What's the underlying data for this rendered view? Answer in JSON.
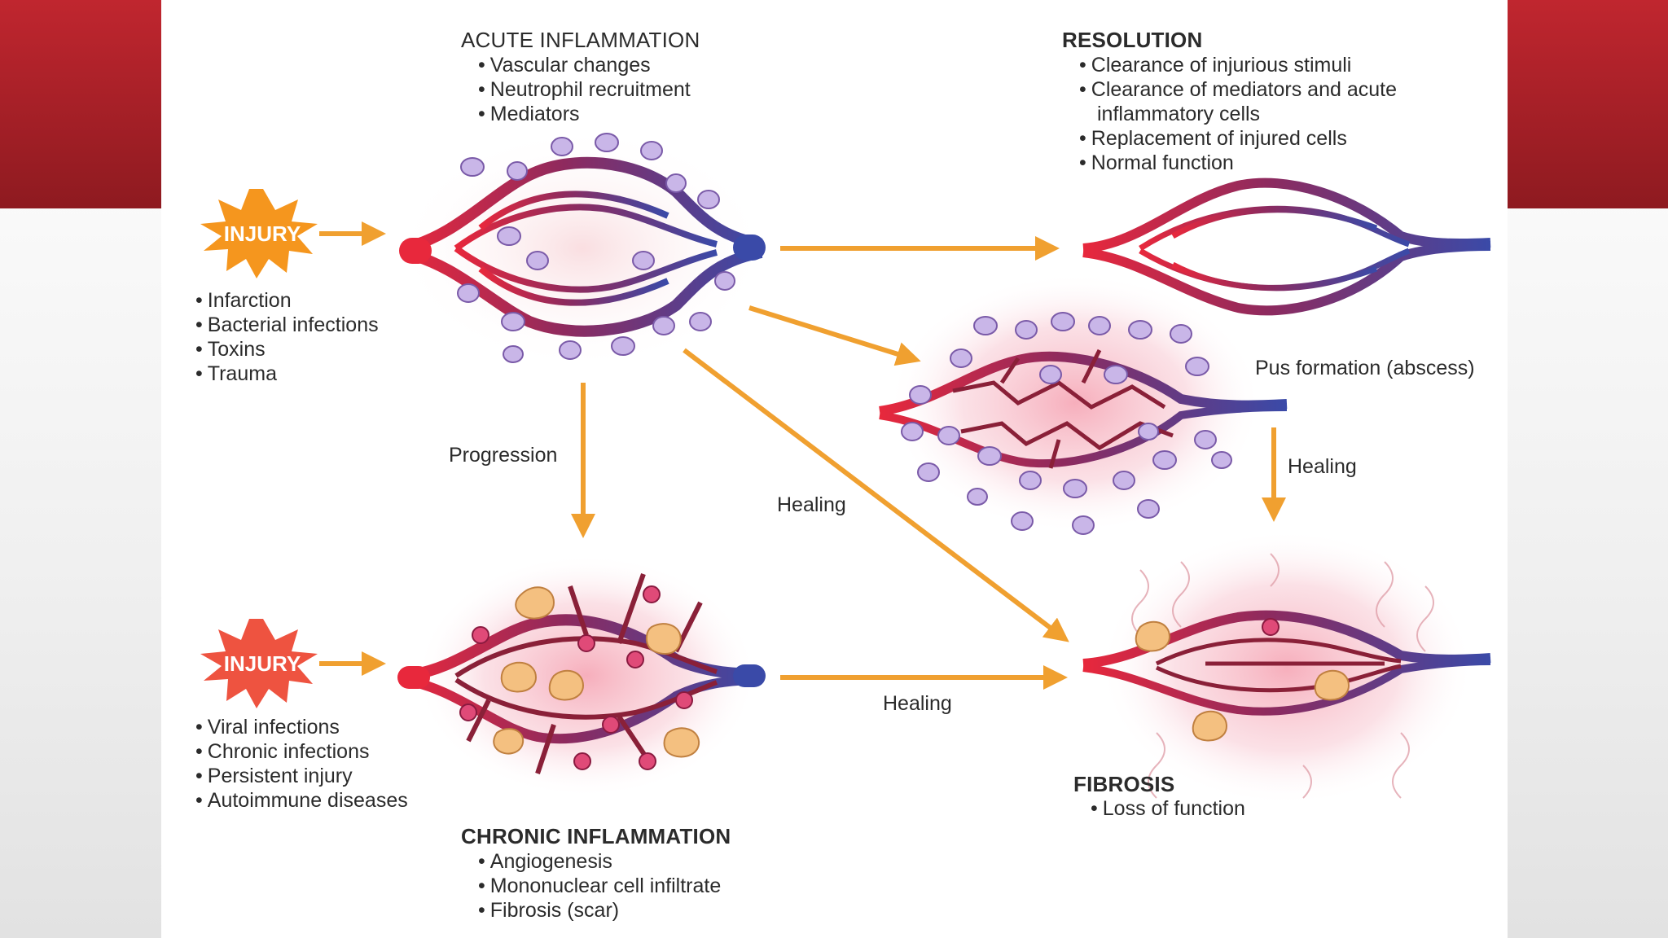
{
  "acute": {
    "title": "ACUTE INFLAMMATION",
    "items": [
      "Vascular changes",
      "Neutrophil recruitment",
      "Mediators"
    ]
  },
  "resolution": {
    "title": "RESOLUTION",
    "items": [
      "Clearance of injurious stimuli",
      "Clearance of mediators and acute",
      "inflammatory cells",
      "Replacement of injured cells",
      "Normal function"
    ]
  },
  "injury_top": {
    "label": "INJURY",
    "causes": [
      "Infarction",
      "Bacterial infections",
      "Toxins",
      "Trauma"
    ]
  },
  "injury_bottom": {
    "label": "INJURY",
    "causes": [
      "Viral infections",
      "Chronic infections",
      "Persistent injury",
      "Autoimmune diseases"
    ]
  },
  "chronic": {
    "title": "CHRONIC INFLAMMATION",
    "items": [
      "Angiogenesis",
      "Mononuclear cell infiltrate",
      "Fibrosis (scar)"
    ]
  },
  "fibrosis": {
    "title": "FIBROSIS",
    "items": [
      "Loss of function"
    ]
  },
  "labels": {
    "abscess": "Pus formation (abscess)",
    "progression": "Progression",
    "healing_diag": "Healing",
    "healing_right": "Healing",
    "healing_bottom": "Healing"
  },
  "colors": {
    "accent_band": "#b5222b",
    "arrow": "#f0a030",
    "artery": "#e8283c",
    "vein": "#3a4aa8",
    "burst_top": "#f5961e",
    "burst_bottom": "#ee5340"
  }
}
